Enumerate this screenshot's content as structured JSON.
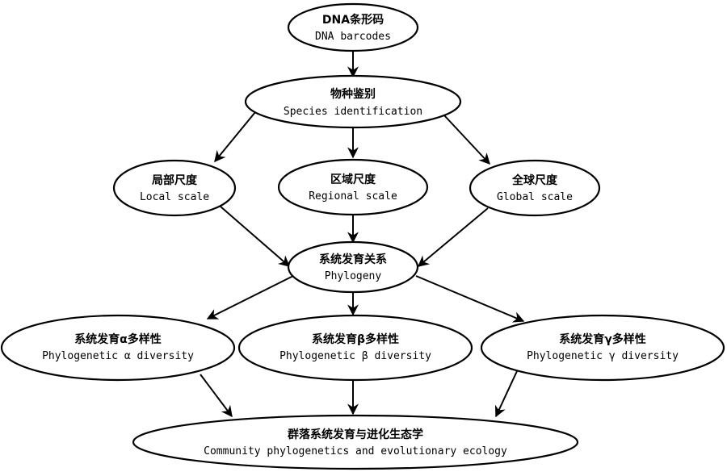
{
  "nodes": {
    "dna_barcodes": {
      "zh": "DNA条形码",
      "en": "DNA barcodes"
    },
    "species_identification": {
      "zh": "物种鉴别",
      "en": "Species identification"
    },
    "local_scale": {
      "zh": "局部尺度",
      "en": "Local scale"
    },
    "regional_scale": {
      "zh": "区域尺度",
      "en": "Regional scale"
    },
    "global_scale": {
      "zh": "全球尺度",
      "en": "Global scale"
    },
    "phylogeny": {
      "zh": "系统发育关系",
      "en": "Phylogeny"
    },
    "alpha_diversity": {
      "zh": "系统发育α多样性",
      "en": "Phylogenetic α diversity"
    },
    "beta_diversity": {
      "zh": "系统发育β多样性",
      "en": "Phylogenetic β diversity"
    },
    "gamma_diversity": {
      "zh": "系统发育γ多样性",
      "en": "Phylogenetic γ diversity"
    },
    "community_ecology": {
      "zh": "群落系统发育与进化生态学",
      "en": "Community phylogenetics and evolutionary ecology"
    }
  },
  "edges": [
    [
      "dna_barcodes",
      "species_identification"
    ],
    [
      "species_identification",
      "local_scale"
    ],
    [
      "species_identification",
      "regional_scale"
    ],
    [
      "species_identification",
      "global_scale"
    ],
    [
      "local_scale",
      "phylogeny"
    ],
    [
      "regional_scale",
      "phylogeny"
    ],
    [
      "global_scale",
      "phylogeny"
    ],
    [
      "phylogeny",
      "alpha_diversity"
    ],
    [
      "phylogeny",
      "beta_diversity"
    ],
    [
      "phylogeny",
      "gamma_diversity"
    ],
    [
      "alpha_diversity",
      "community_ecology"
    ],
    [
      "beta_diversity",
      "community_ecology"
    ],
    [
      "gamma_diversity",
      "community_ecology"
    ]
  ]
}
